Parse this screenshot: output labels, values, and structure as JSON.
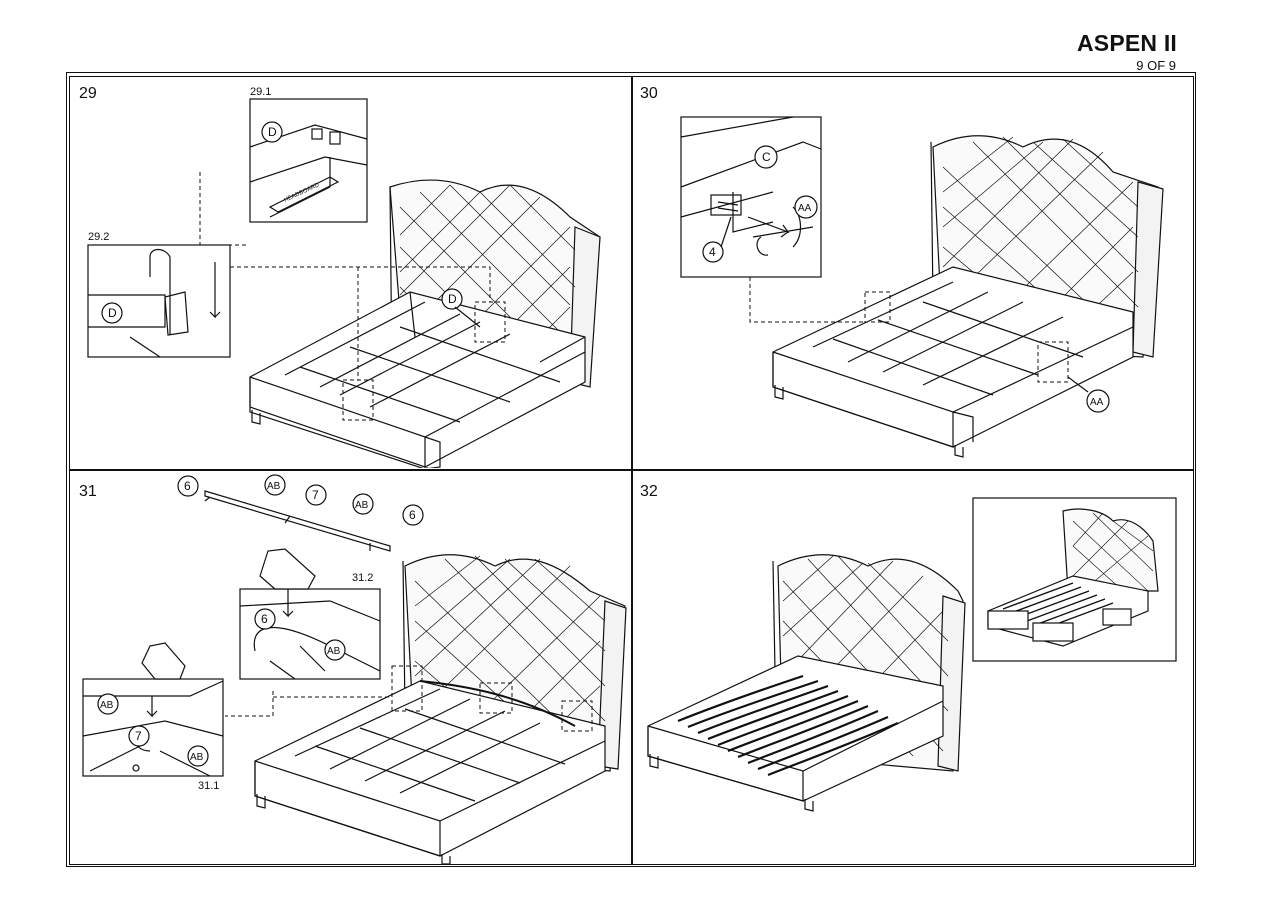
{
  "header": {
    "title": "ASPEN II",
    "page": "9 OF 9"
  },
  "steps": [
    {
      "number": "29",
      "sub1": "29.1",
      "sub2": "29.2",
      "part_d": "D",
      "headboard_label": "HEADBOARD"
    },
    {
      "number": "30",
      "part_c": "C",
      "part_aa": "AA",
      "part_4": "4"
    },
    {
      "number": "31",
      "part_6": "6",
      "part_ab": "AB",
      "part_7": "7",
      "sub1": "31.1",
      "sub2": "31.2"
    },
    {
      "number": "32"
    }
  ]
}
